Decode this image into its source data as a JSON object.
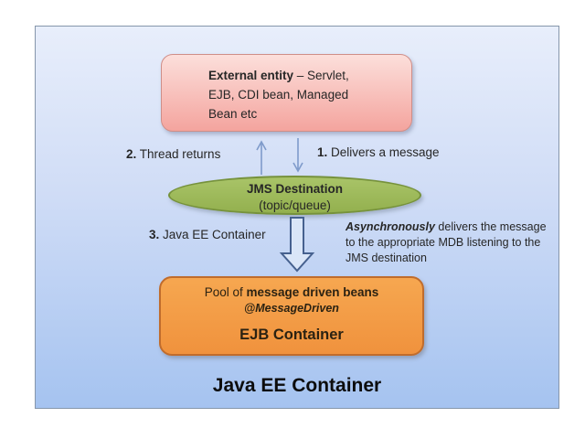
{
  "slide": {
    "external_box": {
      "title_bold": "External entity",
      "line1_rest": " – Servlet,",
      "line2": "EJB, CDI bean, Managed",
      "line3": "Bean etc"
    },
    "steps": {
      "step1": {
        "num": "1.",
        "text": " Delivers a message"
      },
      "step2": {
        "num": "2.",
        "text": " Thread returns"
      },
      "step3": {
        "num": "3.",
        "text": " Java EE Container"
      }
    },
    "jms_destination": {
      "title": "JMS Destination",
      "subtitle": "(topic/queue)"
    },
    "async_note": {
      "bold_italic": "Asynchronously",
      "line1_rest": " delivers the message",
      "line2": "to the appropriate MDB listening to the",
      "line3": "JMS destination"
    },
    "mdb_box": {
      "line1_regular": "Pool of ",
      "line1_bold": "message driven beans",
      "annotation": "@MessageDriven",
      "title": "EJB Container"
    },
    "footer_title": "Java EE Container",
    "colors": {
      "panel_top": "#e8eefb",
      "panel_bottom": "#a5c3f0",
      "panel_border": "#8696ab",
      "external_top": "#fcdfdb",
      "external_bottom": "#f4a49e",
      "external_border": "#cf8e88",
      "ellipse_fill": "#93b04e",
      "ellipse_border": "#76923c",
      "mdb_fill": "#f0923d",
      "mdb_border": "#c06c2c",
      "arrow_thin": "#7f9bcb",
      "arrow_block_stroke": "#46618f",
      "arrow_block_fill": "#dae6f8",
      "text": "#262626"
    }
  }
}
